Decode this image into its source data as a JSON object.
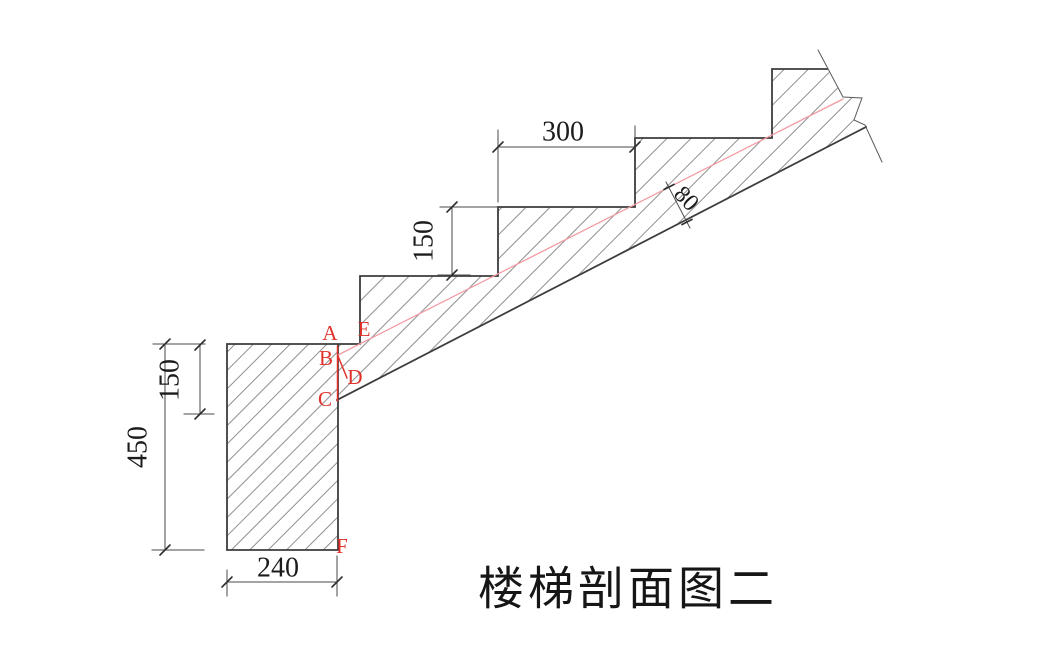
{
  "figure": {
    "title": "楼梯剖面图二",
    "type_hint": "staircase sectional drawing"
  },
  "point_labels": {
    "a": "A",
    "b": "B",
    "c": "C",
    "d": "D",
    "e": "E",
    "f": "F"
  },
  "dimensions": {
    "wall_height": "450",
    "wall_embed_depth": "150",
    "riser_height": "150",
    "tread_depth": "300",
    "wall_thickness": "240",
    "slab_thickness": "80"
  },
  "colors": {
    "outline": "#3d3d3d",
    "hatch": "#8f8f8f",
    "marker_red": "#e0322a",
    "slope_pink": "#f29aa2",
    "dim_line": "#4a4a4a",
    "text": "#1c1c1c"
  }
}
